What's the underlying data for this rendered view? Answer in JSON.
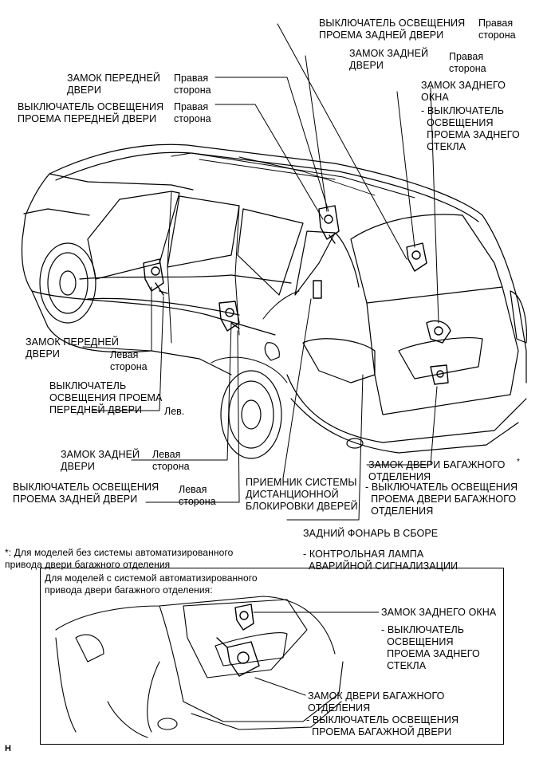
{
  "labels": {
    "rear_door_switch_r": "ВЫКЛЮЧАТЕЛЬ ОСВЕЩЕНИЯ\nПРОЕМА ЗАДНЕЙ ДВЕРИ",
    "rear_door_switch_r_side": "Правая\nсторона",
    "rear_door_lock_r": "ЗАМОК ЗАДНЕЙ\nДВЕРИ",
    "rear_door_lock_r_side": "Правая\nсторона",
    "front_door_lock_r": "ЗАМОК ПЕРЕДНЕЙ\nДВЕРИ",
    "front_door_lock_r_side": "Правая\nсторона",
    "front_door_switch_r": "ВЫКЛЮЧАТЕЛЬ ОСВЕЩЕНИЯ\nПРОЕМА ПЕРЕДНЕЙ ДВЕРИ",
    "front_door_switch_r_side": "Правая\nсторона",
    "rear_window_lock": "ЗАМОК ЗАДНЕГО\nОКНА",
    "rear_window_switch": "- ВЫКЛЮЧАТЕЛЬ\n  ОСВЕЩЕНИЯ\n  ПРОЕМА ЗАДНЕГО\n  СТЕКЛА",
    "front_door_lock_l": "ЗАМОК ПЕРЕДНЕЙ\nДВЕРИ",
    "front_door_lock_l_side": "Левая\nсторона",
    "front_door_switch_l": "ВЫКЛЮЧАТЕЛЬ\nОСВЕЩЕНИЯ ПРОЕМА\nПЕРЕДНЕЙ ДВЕРИ",
    "front_door_switch_l_side": "Лев.",
    "rear_door_lock_l": "ЗАМОК ЗАДНЕЙ\nДВЕРИ",
    "rear_door_lock_l_side": "Левая\nсторона",
    "rear_door_switch_l": "ВЫКЛЮЧАТЕЛЬ ОСВЕЩЕНИЯ\nПРОЕМА ЗАДНЕЙ ДВЕРИ",
    "rear_door_switch_l_side": "Левая\nсторона",
    "receiver": "ПРИЕМНИК СИСТЕМЫ\nДИСТАНЦИОННОЙ\nБЛОКИРОВКИ ДВЕРЕЙ",
    "back_door_lock": "ЗАМОК ДВЕРИ БАГАЖНОГО\nОТДЕЛЕНИЯ",
    "back_door_lock_mark": "*",
    "back_door_switch": "- ВЫКЛЮЧАТЕЛЬ ОСВЕЩЕНИЯ\n  ПРОЕМА ДВЕРИ БАГАЖНОГО\n  ОТДЕЛЕНИЯ",
    "rear_lamp": "ЗАДНИЙ ФОНАРЬ В СБОРЕ",
    "rear_lamp_sub": "- КОНТРОЛЬНАЯ ЛАМПА\n  АВАРИЙНОЙ СИГНАЛИЗАЦИИ",
    "footnote": "*: Для моделей без системы автоматизированного\nпривода двери багажного отделения"
  },
  "inset": {
    "title": "Для моделей с системой автоматизированного\nпривода двери багажного отделения:",
    "rear_window_lock": "ЗАМОК ЗАДНЕГО ОКНА",
    "rear_window_switch": "- ВЫКЛЮЧАТЕЛЬ\n  ОСВЕЩЕНИЯ\n  ПРОЕМА ЗАДНЕГО\n  СТЕКЛА",
    "back_door_lock": "ЗАМОК ДВЕРИ БАГАЖНОГО\nОТДЕЛЕНИЯ",
    "back_door_switch": "- ВЫКЛЮЧАТЕЛЬ ОСВЕЩЕНИЯ\n  ПРОЕМА БАГАЖНОЙ ДВЕРИ"
  },
  "corner_mark": "H"
}
